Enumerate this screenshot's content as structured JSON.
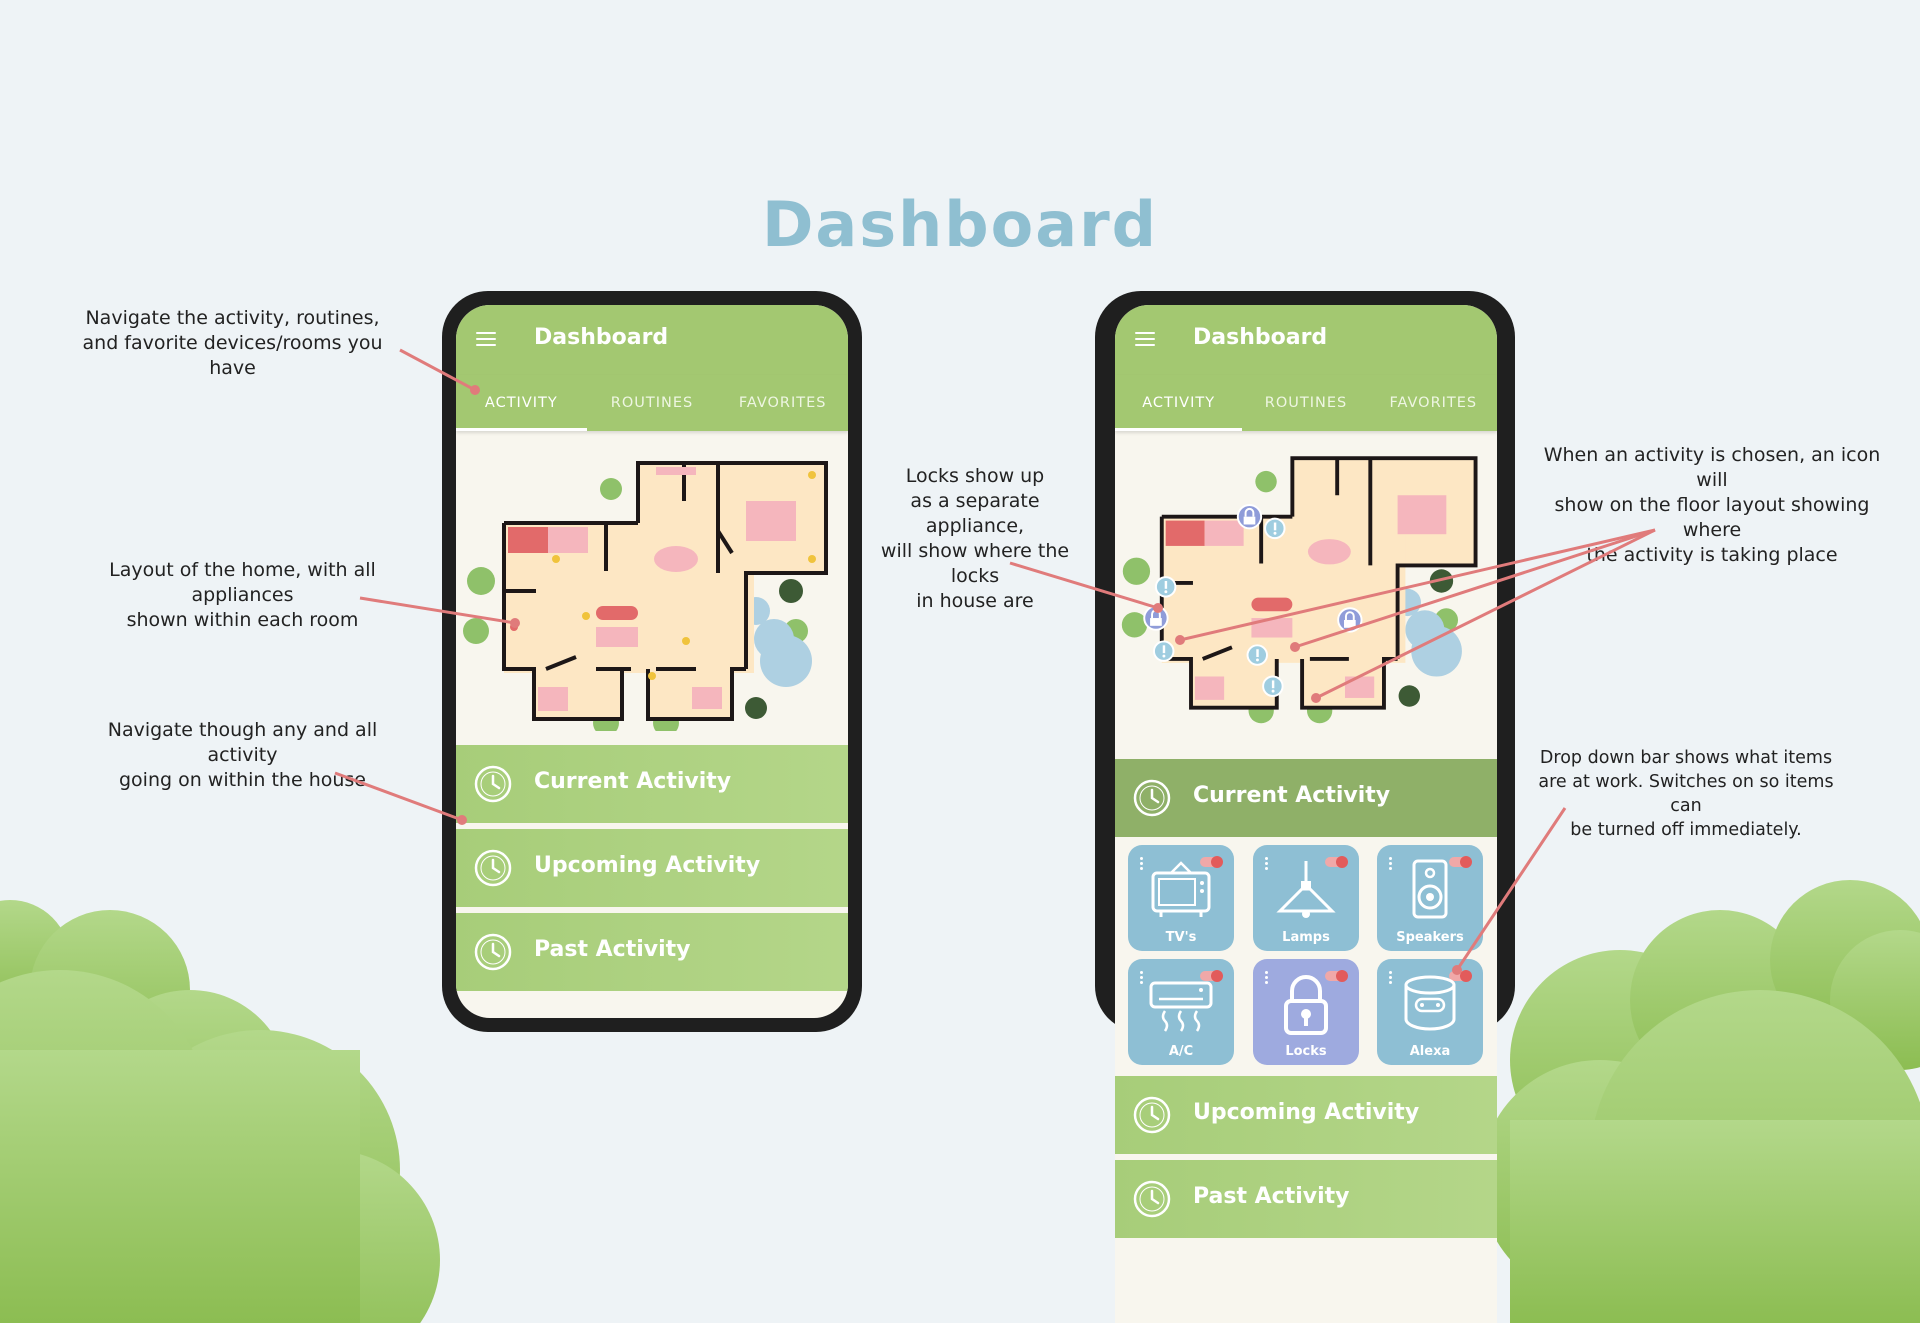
{
  "page": {
    "title": "Dashboard"
  },
  "annotations": {
    "tabs_note": "Navigate the activity, routines,\nand favorite devices/rooms you have",
    "layout_note": "Layout of the home, with all appliances\nshown within each room",
    "activity_note": "Navigate though any and all activity\ngoing on within the house",
    "locks_note": "Locks show up\nas a separate appliance,\nwill show where the locks\nin house are",
    "icon_note": "When an activity is chosen, an icon will\nshow on the floor layout showing where\nthe activity is taking place",
    "dropdown_note": "Drop down bar shows what items\nare at work. Switches on so items can\nbe turned off immediately."
  },
  "app": {
    "title": "Dashboard",
    "tabs": [
      "ACTIVITY",
      "ROUTINES",
      "FAVORITES"
    ],
    "sections": [
      "Current Activity",
      "Upcoming Activity",
      "Past Activity"
    ],
    "devices": [
      {
        "label": "TV's",
        "icon": "tv-icon"
      },
      {
        "label": "Lamps",
        "icon": "lamp-icon"
      },
      {
        "label": "Speakers",
        "icon": "speaker-icon"
      },
      {
        "label": "A/C",
        "icon": "air-conditioner-icon"
      },
      {
        "label": "Locks",
        "icon": "lock-icon"
      },
      {
        "label": "Alexa",
        "icon": "smart-speaker-icon"
      }
    ]
  },
  "colors": {
    "appbar": "#a3c871",
    "accent_title": "#8fbfd1",
    "callout_line": "#e07b7b",
    "device_tile": "#8ebfd4",
    "lock_tile": "#9eaadf",
    "bush": "#9cc766"
  }
}
